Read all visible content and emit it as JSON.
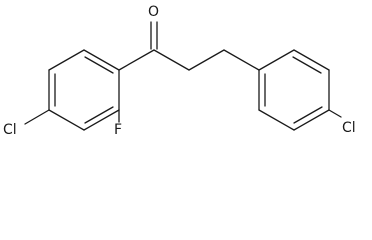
{
  "labels": {
    "oxygen": "O",
    "fluorine": "F",
    "chlorine_left": "Cl",
    "chlorine_right": "Cl"
  }
}
